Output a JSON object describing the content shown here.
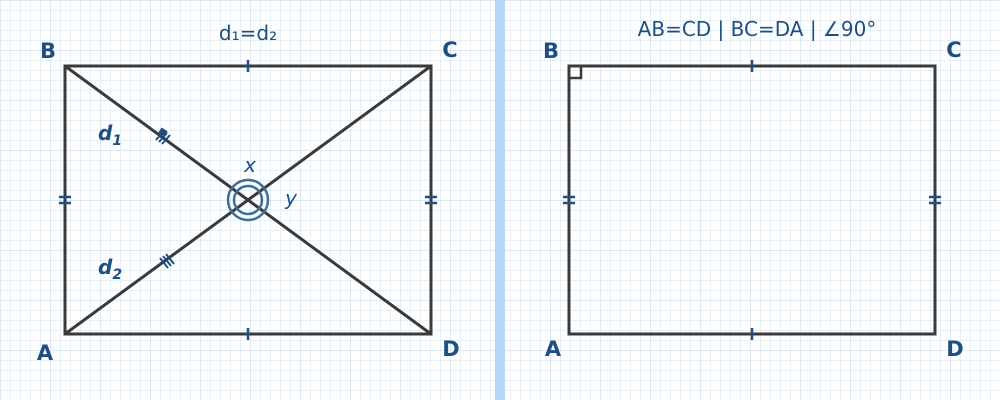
{
  "colors": {
    "grid_line": "#cfe0ef",
    "divider": "#b5d8f7",
    "shape_stroke": "#3a3a3a",
    "accent": "#1e4f82",
    "angle_arc": "#3d6d99"
  },
  "left_panel": {
    "title": "d₁=d₂",
    "vertices": {
      "A": "A",
      "B": "B",
      "C": "C",
      "D": "D"
    },
    "diagonal_labels": {
      "d1": {
        "letter": "d",
        "sub": "1"
      },
      "d2": {
        "letter": "d",
        "sub": "2"
      }
    },
    "angle_labels": {
      "x": "x",
      "y": "y"
    }
  },
  "right_panel": {
    "title": "AB=CD | BC=DA | ∠90°",
    "vertices": {
      "A": "A",
      "B": "B",
      "C": "C",
      "D": "D"
    }
  }
}
